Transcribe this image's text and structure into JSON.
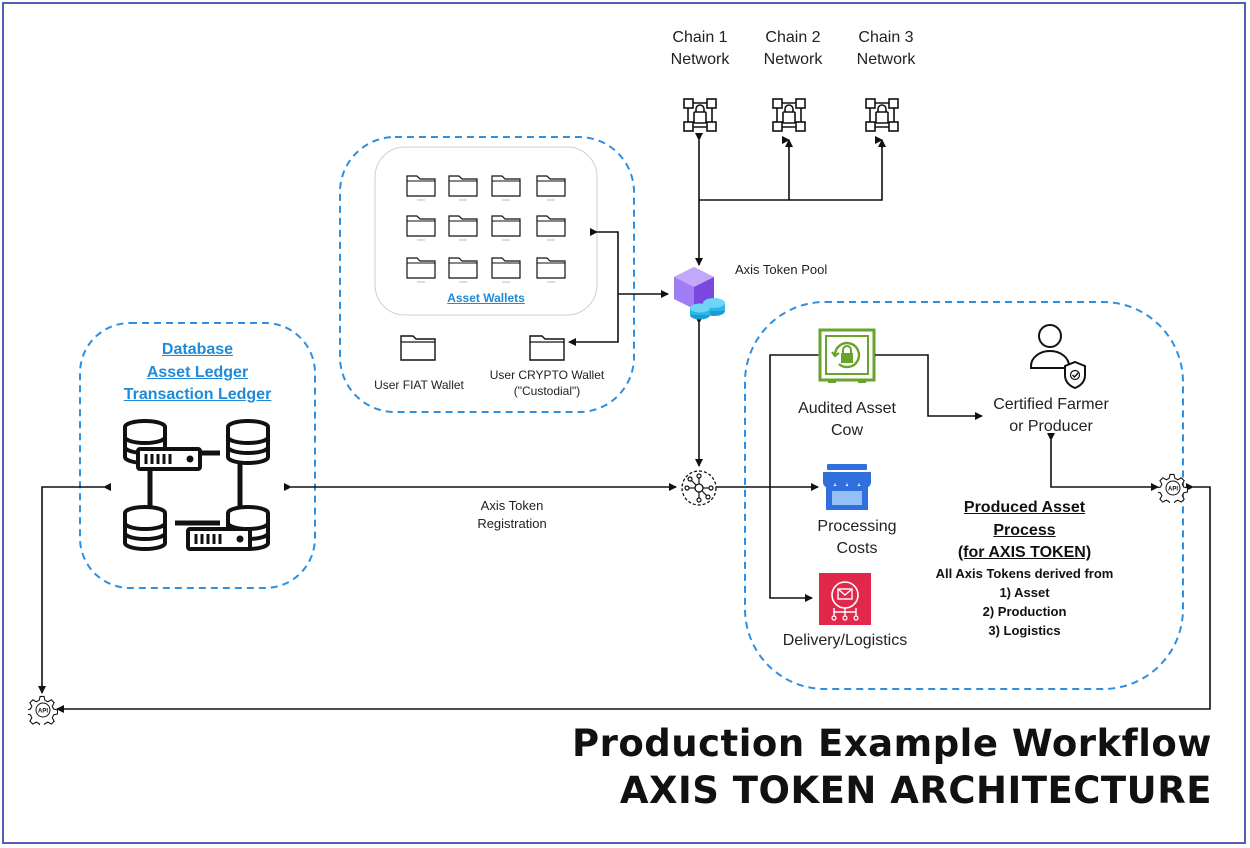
{
  "chains": [
    {
      "label": "Chain 1\nNetwork",
      "icon": "blockchain-network-icon"
    },
    {
      "label": "Chain 2\nNetwork",
      "icon": "blockchain-network-icon"
    },
    {
      "label": "Chain 3\nNetwork",
      "icon": "blockchain-network-icon"
    }
  ],
  "token_pool": {
    "label": "Axis Token Pool",
    "icon": "token-pool-cube-icon"
  },
  "wallets": {
    "group_title": "Asset Wallets",
    "fiat_label": "User FIAT Wallet",
    "crypto_label": "User CRYPTO Wallet\n(\"Custodial\")",
    "folder_icon": "folder-icon"
  },
  "database": {
    "title_lines": [
      "Database",
      "Asset Ledger",
      "Transaction Ledger"
    ],
    "icon": "database-servers-icon"
  },
  "registration": {
    "label": "Axis Token\nRegistration",
    "icon": "network-hub-icon"
  },
  "audited_asset": {
    "label": "Audited Asset\nCow",
    "icon": "vault-icon"
  },
  "processing": {
    "label": "Processing\nCosts",
    "icon": "storefront-icon"
  },
  "delivery": {
    "label": "Delivery/Logistics",
    "icon": "delivery-hub-icon"
  },
  "farmer": {
    "label": "Certified Farmer\nor Producer",
    "icon": "certified-user-icon"
  },
  "process_text": {
    "title_lines": [
      "Produced Asset",
      "Process",
      "(for AXIS TOKEN)"
    ],
    "subtitle": "All Axis Tokens derived from",
    "items": [
      "1) Asset",
      "2) Production",
      "3) Logistics"
    ]
  },
  "api_icons": [
    "api-gear-icon",
    "api-gear-icon"
  ],
  "footer": {
    "title": "Production Example Workflow",
    "subtitle": "AXIS TOKEN ARCHITECTURE"
  },
  "colors": {
    "dash_border": "#2f8fe0",
    "link_blue": "#1e8ad8",
    "vault_green": "#6aa32c",
    "store_blue": "#2f6fde",
    "delivery_red": "#e0284a",
    "pool_purple": "#8a5cf0",
    "pool_cyan": "#2bb5e8",
    "frame": "#5360b8"
  }
}
